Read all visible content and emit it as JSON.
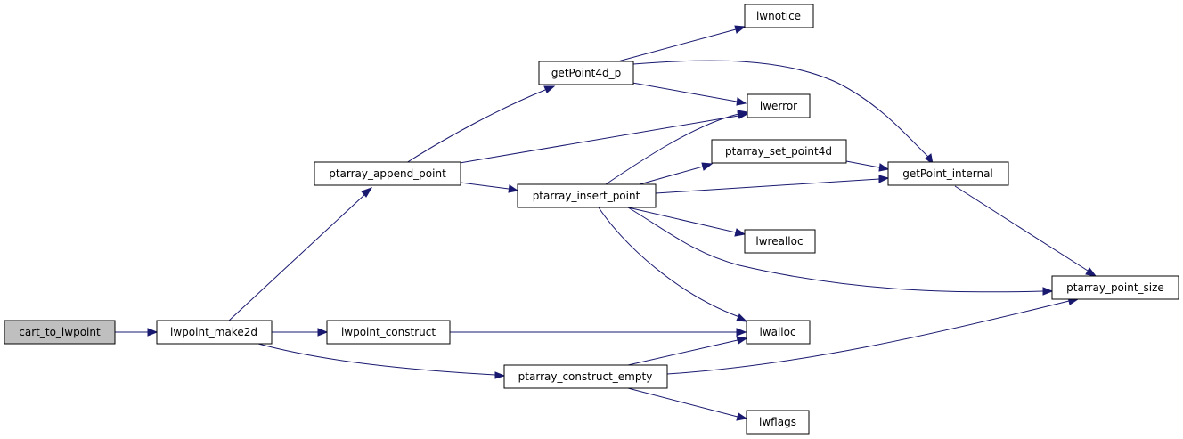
{
  "graph": {
    "edge_color": "#191970",
    "root_fill": "#bfbfbf",
    "nodes": {
      "cart_to_lwpoint": "cart_to_lwpoint",
      "lwpoint_make2d": "lwpoint_make2d",
      "ptarray_append_point": "ptarray_append_point",
      "lwpoint_construct": "lwpoint_construct",
      "ptarray_construct_empty": "ptarray_construct_empty",
      "getPoint4d_p": "getPoint4d_p",
      "ptarray_insert_point": "ptarray_insert_point",
      "lwnotice": "lwnotice",
      "lwerror": "lwerror",
      "ptarray_set_point4d": "ptarray_set_point4d",
      "lwrealloc": "lwrealloc",
      "lwalloc": "lwalloc",
      "lwflags": "lwflags",
      "getPoint_internal": "getPoint_internal",
      "ptarray_point_size": "ptarray_point_size"
    }
  }
}
